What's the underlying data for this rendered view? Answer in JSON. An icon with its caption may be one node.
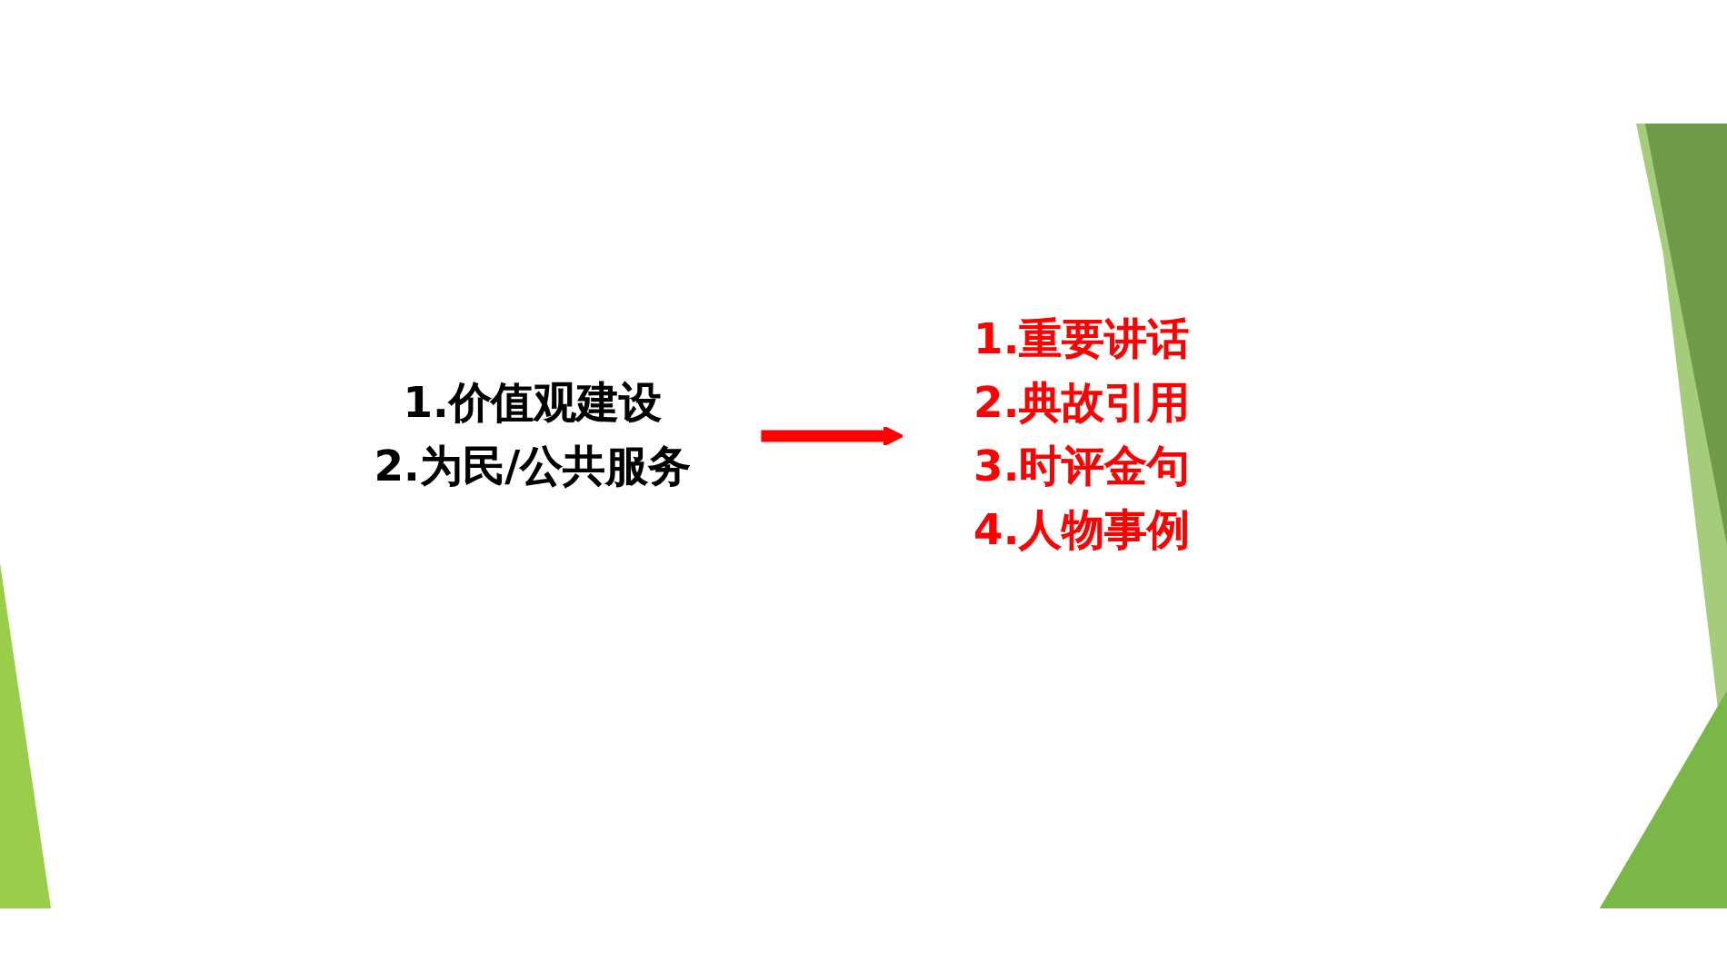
{
  "diagram": {
    "nodes": [
      {
        "text": [
          "1.价值观建设",
          "2.为民/公共服务"
        ]
      },
      {
        "text": [
          "1.重要讲话",
          "2.典故引用",
          "3.时评金句",
          "4.人物事例"
        ]
      }
    ],
    "edges": [
      {
        "from": 0,
        "to": 1,
        "arrow": "to",
        "color": "#ff0000"
      }
    ]
  }
}
